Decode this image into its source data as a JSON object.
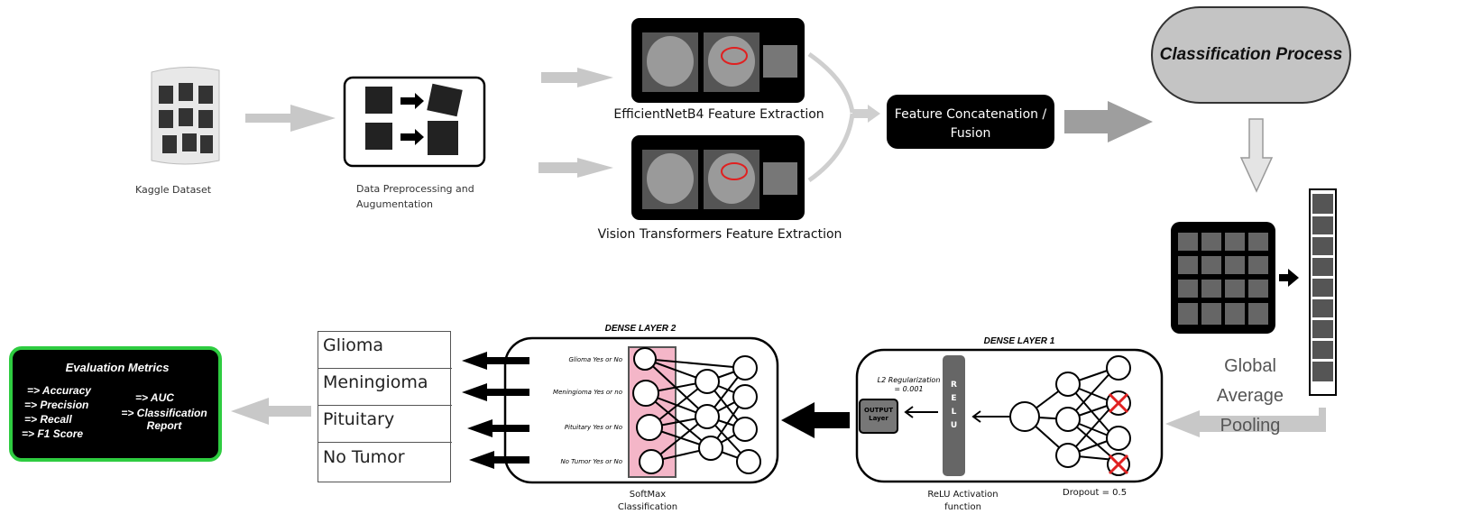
{
  "pipeline": {
    "kaggle_label": "Kaggle Dataset",
    "preprocess_label": "Data Preprocessing and Augumentation",
    "efficientnet_label": "EfficientNetB4 Feature Extraction",
    "vit_label": "Vision Transformers Feature Extraction",
    "fusion_label": "Feature Concatenation / Fusion",
    "classification_process_label": "Classification Process",
    "gap_label": "Global Average Pooling"
  },
  "dense1": {
    "title": "DENSE LAYER 1",
    "relu_letters": "R E L U",
    "l2_label": "L2 Regularization = 0.001",
    "output_layer_label": "OUTPUT Layer",
    "relu_caption": "ReLU Activation function",
    "dropout_caption": "Dropout = 0.5"
  },
  "dense2": {
    "title": "DENSE LAYER 2",
    "softmax_caption": "SoftMax Classification",
    "outputs": [
      "Glioma Yes or No",
      "Meningioma Yes or no",
      "Pituitary Yes or No",
      "No Tumor Yes or No"
    ]
  },
  "classes": [
    "Glioma",
    "Meningioma",
    "Pituitary",
    "No Tumor"
  ],
  "evaluation": {
    "title": "Evaluation Metrics",
    "metrics_left": [
      "=> Accuracy",
      "=> Precision",
      "=> Recall",
      "=> F1 Score"
    ],
    "metrics_right": [
      "=> AUC",
      "=> Classification Report"
    ]
  },
  "colors": {
    "arrow_gray": "#c8c8c8",
    "dark": "#000000",
    "eval_border": "#2ecc40",
    "softmax_pink": "#f4b6c8",
    "pill_gray": "#c4c4c4"
  }
}
